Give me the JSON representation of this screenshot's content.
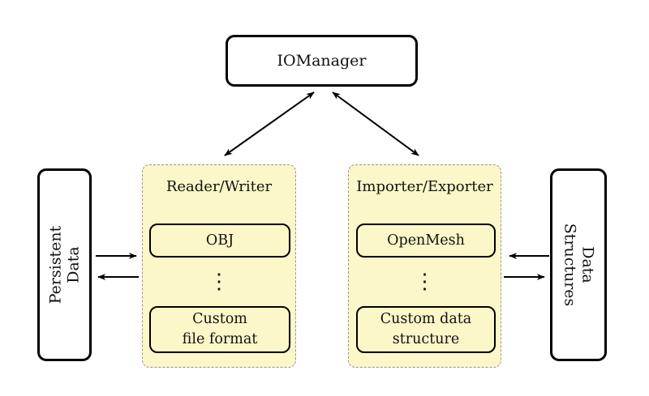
{
  "diagram": {
    "io_manager": {
      "label": "IOManager"
    },
    "reader_writer_group": {
      "title": "Reader/Writer",
      "items": [
        {
          "label": "OBJ"
        },
        {
          "label": "Custom\nfile format"
        }
      ],
      "ellipsis": "⋮"
    },
    "importer_exporter_group": {
      "title": "Importer/Exporter",
      "items": [
        {
          "label": "OpenMesh"
        },
        {
          "label": "Custom data\nstructure"
        }
      ],
      "ellipsis": "⋮"
    },
    "persistent_data": {
      "label": "Persistent Data"
    },
    "data_structures": {
      "label": "Data Structures"
    },
    "colors": {
      "group_fill": "#fbf7c8",
      "group_border": "#939393",
      "node_border": "#000000",
      "node_fill": "#ffffff",
      "arrow": "#000000",
      "background": "#ffffff"
    }
  }
}
